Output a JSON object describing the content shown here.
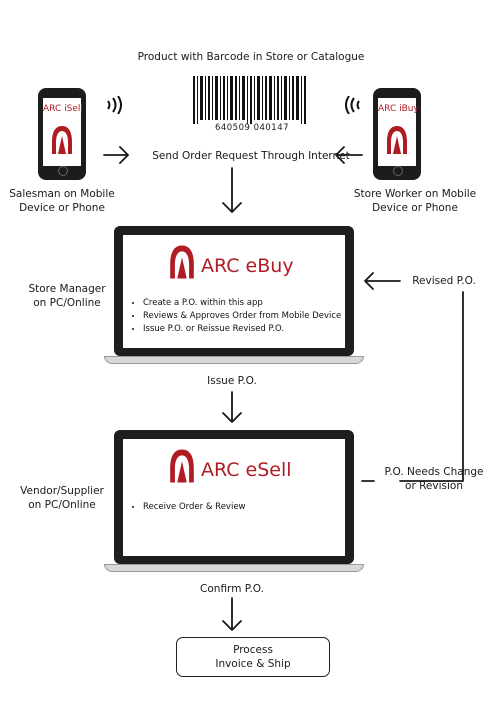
{
  "header": {
    "product_label": "Product with  Barcode in  Store or Catalogue"
  },
  "barcode": {
    "digits": "640509 040147"
  },
  "left_phone": {
    "app_name": "ARC iSell",
    "caption_line1": "Salesman on Mobile",
    "caption_line2": "Device or  Phone"
  },
  "right_phone": {
    "app_name": "ARC iBuy",
    "caption_line1": "Store  Worker on Mobile",
    "caption_line2": "Device or  Phone"
  },
  "send_label": "Send Order Request  Through  Internet",
  "ebuy": {
    "role_line1": "Store  Manager",
    "role_line2": "on PC/Online",
    "brand": "ARC eBuy",
    "bullets": [
      "Create a P.O. within this app",
      "Reviews & Approves Order from Mobile Device",
      "Issue P.O. or  Reissue Revised P.O."
    ]
  },
  "revised_label": "Revised P.O.",
  "issue_label": "Issue  P.O.",
  "esell": {
    "role_line1": "Vendor/Supplier",
    "role_line2": "on  PC/Online",
    "brand": "ARC eSell",
    "bullets": [
      "Receive Order & Review"
    ]
  },
  "needs_change": {
    "line1": "P.O. Needs Change",
    "line2": "or Revision"
  },
  "confirm_label": "Confirm  P.O.",
  "process": {
    "line1": "Process",
    "line2": "Invoice & Ship"
  },
  "colors": {
    "brand_red": "#b01c24",
    "dark": "#1e1e1e",
    "line": "#1a1a1a"
  },
  "icons": [
    "barcode-icon",
    "wifi-waves-icon",
    "arc-logo-icon"
  ]
}
